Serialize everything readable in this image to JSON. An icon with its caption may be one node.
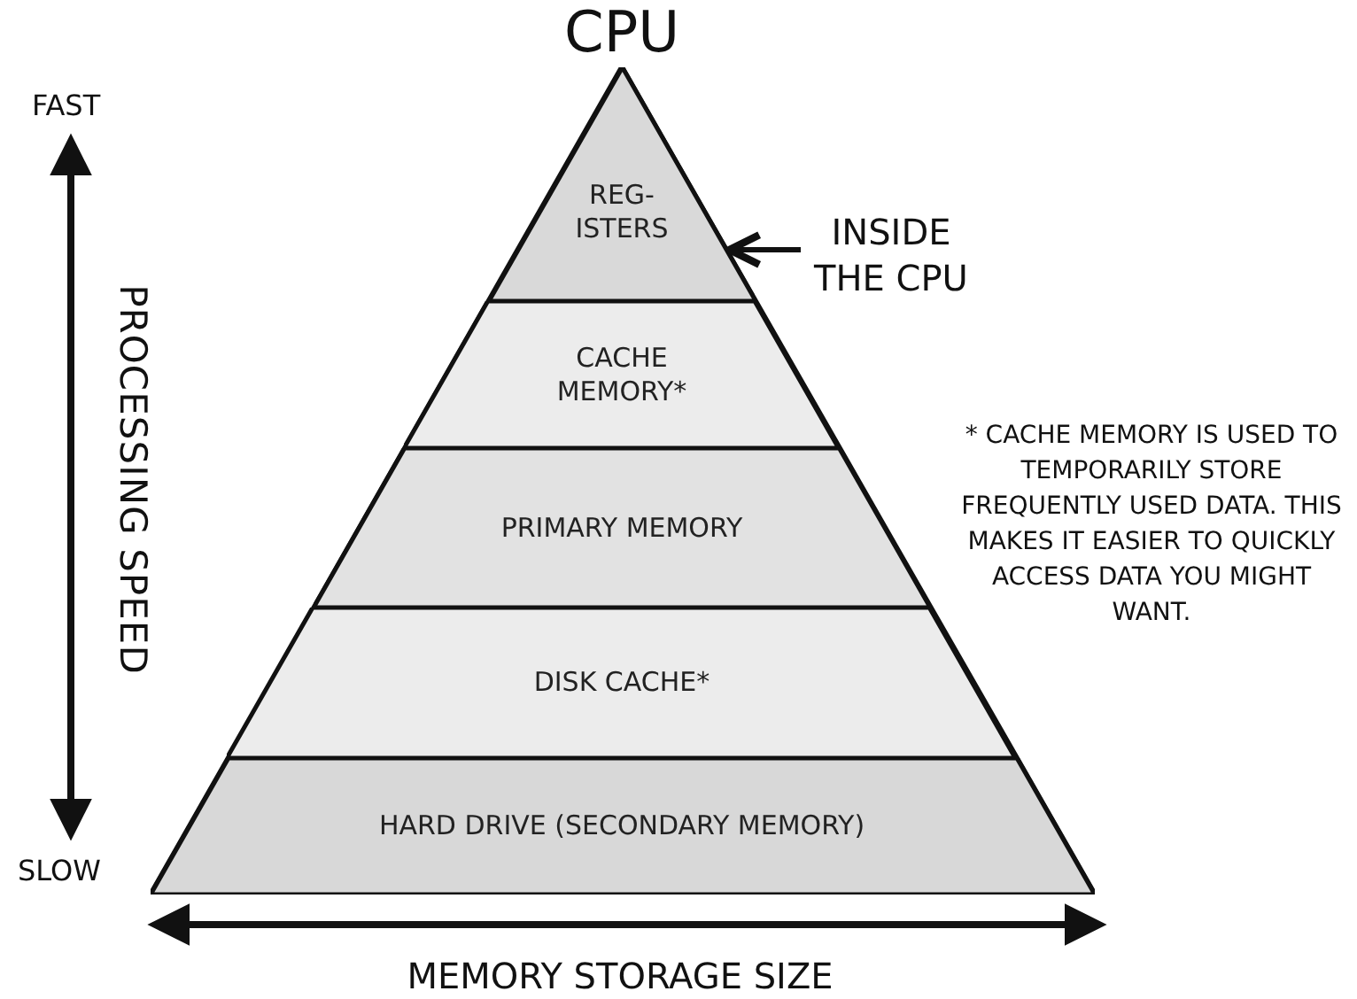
{
  "diagram": {
    "nodes": [
      {
        "text": [
          "CPU"
        ]
      },
      {
        "text": [
          "REG- ISTERS"
        ],
        "in": 0
      },
      {
        "text": [
          "CACHE MEMORY*"
        ],
        "in": 0
      },
      {
        "text": [
          "PRIMARY MEMORY"
        ],
        "in": 0
      },
      {
        "text": [
          "DISK CACHE*"
        ],
        "in": 0
      },
      {
        "text": [
          "HARD DRIVE (SECONDARY MEMORY)"
        ],
        "in": 0
      },
      {
        "text": [
          "INSIDE THE CPU"
        ]
      }
    ],
    "edges": [
      {
        "from": 6,
        "to": 1,
        "arrow": "to"
      }
    ],
    "labels": [
      "FAST",
      "PROCESSING SPEED",
      "SLOW",
      "MEMORY STORAGE SIZE",
      "* CACHE MEMORY IS USED TO TEMPORARILY STORE FREQUENTLY USED DATA. THIS MAKES IT EASIER TO QUICKLY ACCESS DATA YOU MIGHT WANT."
    ]
  }
}
